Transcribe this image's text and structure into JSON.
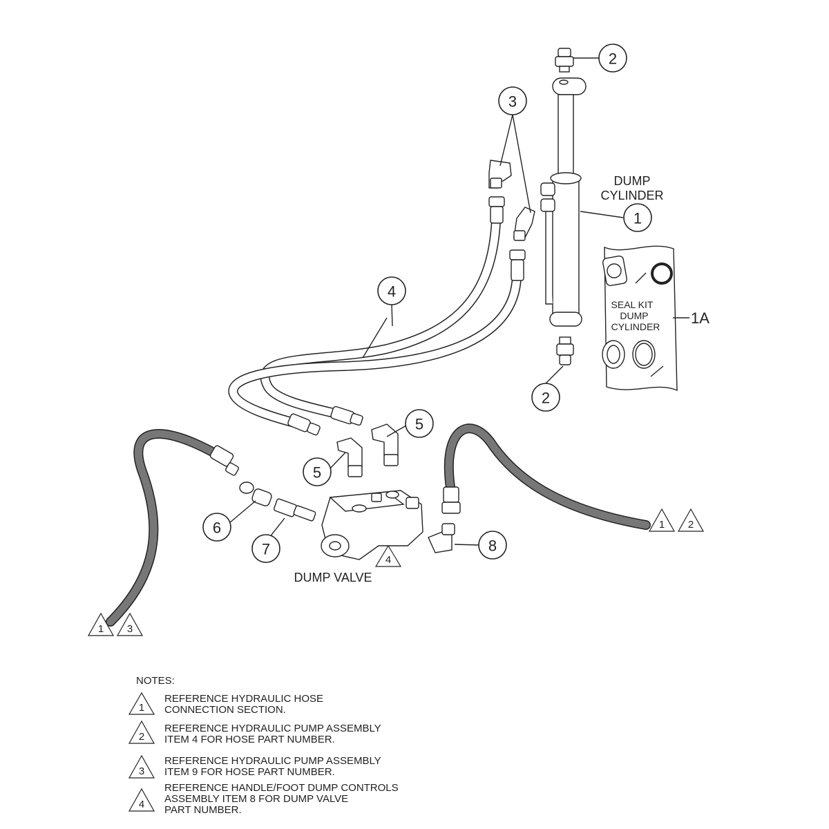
{
  "labels": {
    "dump_cylinder_line1": "DUMP",
    "dump_cylinder_line2": "CYLINDER",
    "seal_kit_line1": "SEAL KIT",
    "seal_kit_line2": "DUMP",
    "seal_kit_line3": "CYLINDER",
    "seal_kit_ref": "1A",
    "dump_valve": "DUMP VALVE"
  },
  "callouts": {
    "c1": "1",
    "c2_top": "2",
    "c2_bottom": "2",
    "c3": "3",
    "c4": "4",
    "c5_upper": "5",
    "c5_lower": "5",
    "c6": "6",
    "c7": "7",
    "c8": "8"
  },
  "triangles": {
    "right_a": "1",
    "right_b": "2",
    "left_a": "1",
    "left_b": "3",
    "valve": "4"
  },
  "notes": {
    "heading": "NOTES:",
    "items": [
      {
        "num": "1",
        "line1": "REFERENCE HYDRAULIC HOSE",
        "line2": "CONNECTION SECTION.",
        "line3": ""
      },
      {
        "num": "2",
        "line1": "REFERENCE HYDRAULIC PUMP ASSEMBLY",
        "line2": "ITEM 4 FOR HOSE PART NUMBER.",
        "line3": ""
      },
      {
        "num": "3",
        "line1": "REFERENCE HYDRAULIC PUMP ASSEMBLY",
        "line2": "ITEM 9 FOR HOSE PART NUMBER.",
        "line3": ""
      },
      {
        "num": "4",
        "line1": "REFERENCE HANDLE/FOOT DUMP CONTROLS",
        "line2": "ASSEMBLY ITEM 8 FOR DUMP VALVE",
        "line3": "PART NUMBER."
      }
    ]
  }
}
